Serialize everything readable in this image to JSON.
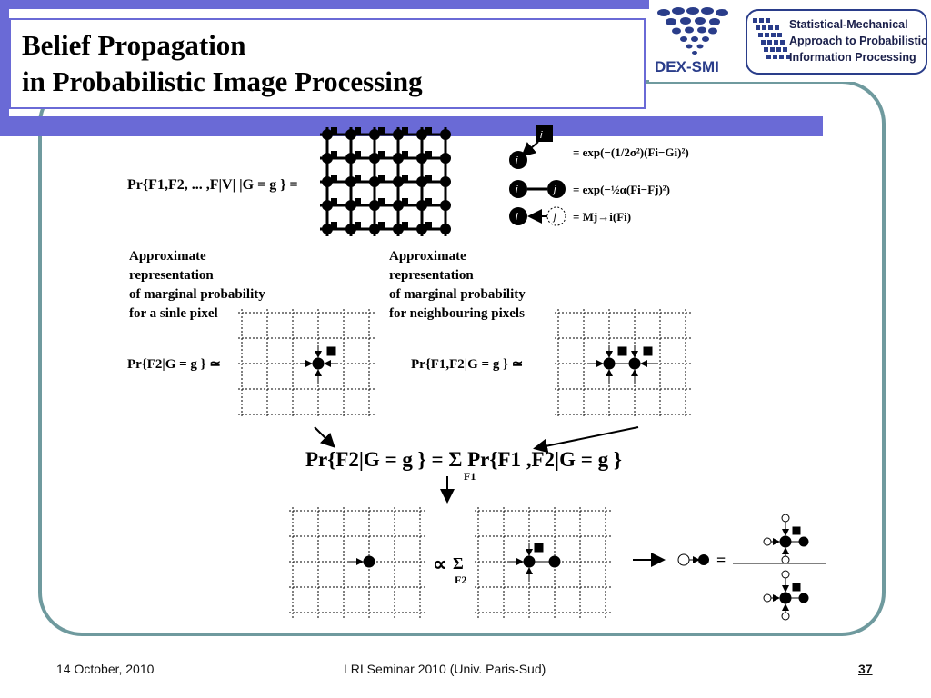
{
  "slide": {
    "title_line1": "Belief Propagation",
    "title_line2": "in Probabilistic Image Processing",
    "number": "37"
  },
  "logos": {
    "dex": "DEX-SMI",
    "smapip_lines": [
      "Statistical-Mechanical",
      "Approach to Probabilistic",
      "Information Processing"
    ]
  },
  "footer": {
    "date": "14 October, 2010",
    "event": "LRI Seminar 2010 (Univ. Paris-Sud)"
  },
  "figure": {
    "joint_lhs": "Pr{F1,F2, ... ,F|V| |G = g } =",
    "factor_single": "= exp(−(1/2σ²)(Fi−Gi)²)",
    "factor_pair": "= exp(−½α(Fi−Fj)²)",
    "factor_message": "= Mj→i(Fi)",
    "label_single": [
      "Approximate",
      "representation",
      "of marginal probability",
      "for a sinle pixel"
    ],
    "label_pair": [
      "Approximate",
      "representation",
      "of marginal probability",
      "for neighbouring pixels"
    ],
    "marg_single": "Pr{F2|G = g } ≃",
    "marg_pair": "Pr{F1,F2|G = g } ≃",
    "sum_eq": "Pr{F2|G = g } = Σ Pr{F1 ,F2|G = g }",
    "sum_sub": "F1",
    "propto": "∝",
    "sum_sub2": "F2",
    "equals": "="
  },
  "colors": {
    "accent": "#6a6ad6",
    "frame": "#6f9a9e",
    "logo_blue": "#2a3d8a"
  }
}
